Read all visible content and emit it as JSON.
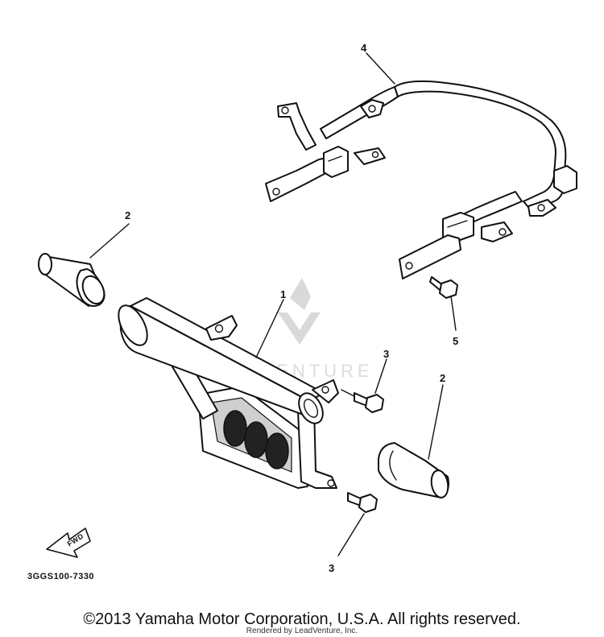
{
  "diagram": {
    "watermark_text": "LEADVENTURE",
    "callouts": {
      "frame": "1",
      "end_cap_left": "2",
      "end_cap_right": "2",
      "bolt_upper": "3",
      "bolt_lower": "3",
      "guard_bracket": "4",
      "bolt_bracket": "5"
    },
    "fwd_label": "FWD",
    "drawing_code": "3GGS100-7330"
  },
  "footer": {
    "copyright": "©2013 Yamaha Motor Corporation, U.S.A. All rights reserved.",
    "rendered_by": "Rendered by LeadVenture, Inc."
  }
}
